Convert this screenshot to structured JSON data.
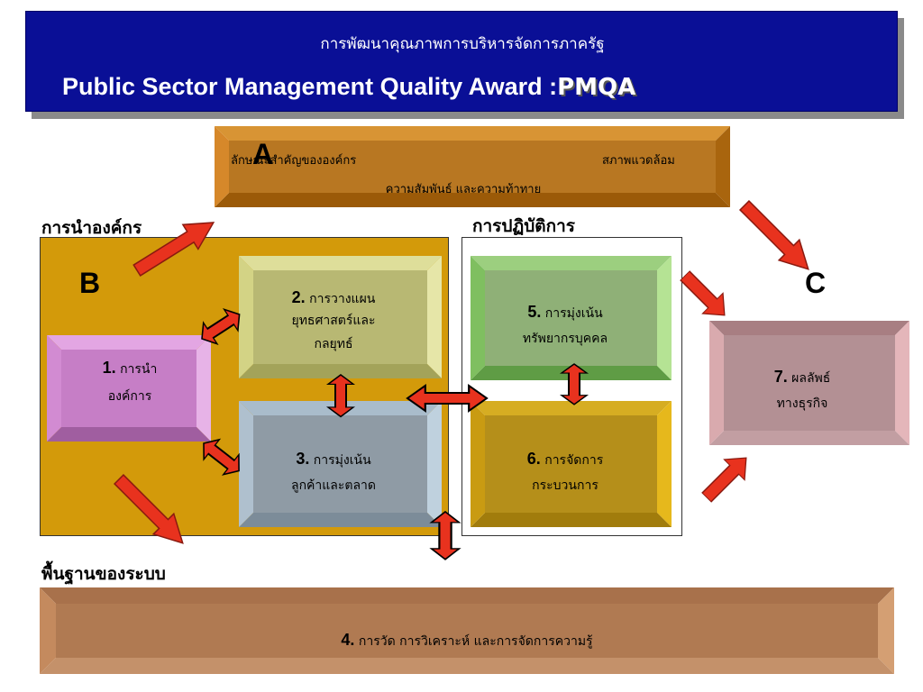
{
  "header": {
    "title_th": "การพัฒนาคุณภาพการบริหารจัดการภาครัฐ",
    "title_en": "Public Sector Management Quality Award :",
    "title_abbr": "PMQA"
  },
  "profile": {
    "letter": "A",
    "text_left": "ลักษณะสำคัญขององค์กร",
    "text_right": "สภาพแวดล้อม",
    "text_bottom": "ความสัมพันธ์ และความท้าทาย"
  },
  "sections": {
    "leadership_triad": "การนำองค์กร",
    "operations": "การปฏิบัติการ",
    "foundation": "พื้นฐานของระบบ",
    "letter_b": "B",
    "letter_c": "C"
  },
  "boxes": {
    "b1": {
      "num": "1.",
      "line1": "การนำ",
      "line2": "องค์การ"
    },
    "b2": {
      "num": "2.",
      "line1": "การวางแผน",
      "line2": "ยุทธศาสตร์และ",
      "line3": "กลยุทธ์"
    },
    "b3": {
      "num": "3.",
      "line1": "การมุ่งเน้น",
      "line2": "ลูกค้าและตลาด"
    },
    "b4": {
      "num": "4.",
      "line1": "การวัด การวิเคราะห์ และการจัดการความรู้"
    },
    "b5": {
      "num": "5.",
      "line1": "การมุ่งเน้น",
      "line2": "ทรัพยากรบุคคล"
    },
    "b6": {
      "num": "6.",
      "line1": "การจัดการ",
      "line2": "กระบวนการ"
    },
    "b7": {
      "num": "7.",
      "line1": "ผลลัพธ์",
      "line2": "ทางธุรกิจ"
    }
  },
  "colors": {
    "header_bg": "#0a0f96",
    "profile": "#c87d14",
    "leadership_bg": "#d39a0a",
    "box1": "#c878c8",
    "box2": "#c8c873",
    "box3": "#9aa8b4",
    "box4": "#b07a52",
    "box5": "#8ab872",
    "box6": "#c9a21a",
    "box7": "#c4979a",
    "arrow": "#e8321e"
  }
}
